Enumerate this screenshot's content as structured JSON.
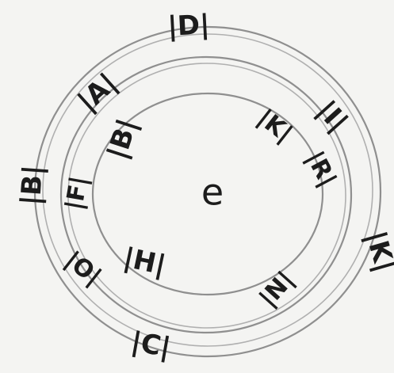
{
  "center": {
    "label": "e"
  },
  "outer_ring": {
    "labels": [
      "|D|",
      "|A|",
      "|B|",
      "|C|",
      "|K|",
      "|I|"
    ]
  },
  "middle_ring": {
    "labels": [
      "|F|",
      "|O|",
      "|N|",
      "|R|",
      "|K|"
    ]
  },
  "inner_ring": {
    "labels": [
      "|B|",
      "|H|"
    ]
  }
}
